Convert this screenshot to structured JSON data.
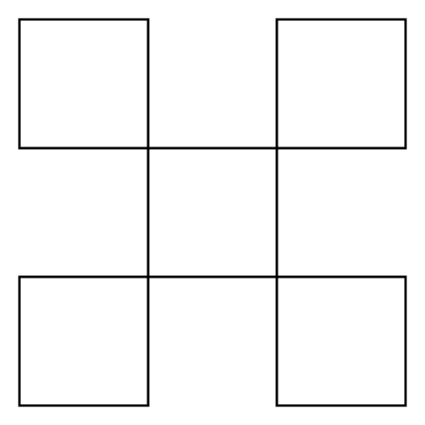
{
  "diagram": {
    "type": "grid-pattern",
    "grid": {
      "rows": 3,
      "cols": 3
    },
    "filled_cells": [
      {
        "name": "top-left-square",
        "row": 0,
        "col": 0
      },
      {
        "name": "top-right-square",
        "row": 0,
        "col": 2
      },
      {
        "name": "center-square",
        "row": 1,
        "col": 1
      },
      {
        "name": "bottom-left-square",
        "row": 2,
        "col": 0
      },
      {
        "name": "bottom-right-square",
        "row": 2,
        "col": 2
      }
    ],
    "colors": {
      "stroke": "#000000",
      "background": "#ffffff"
    }
  }
}
